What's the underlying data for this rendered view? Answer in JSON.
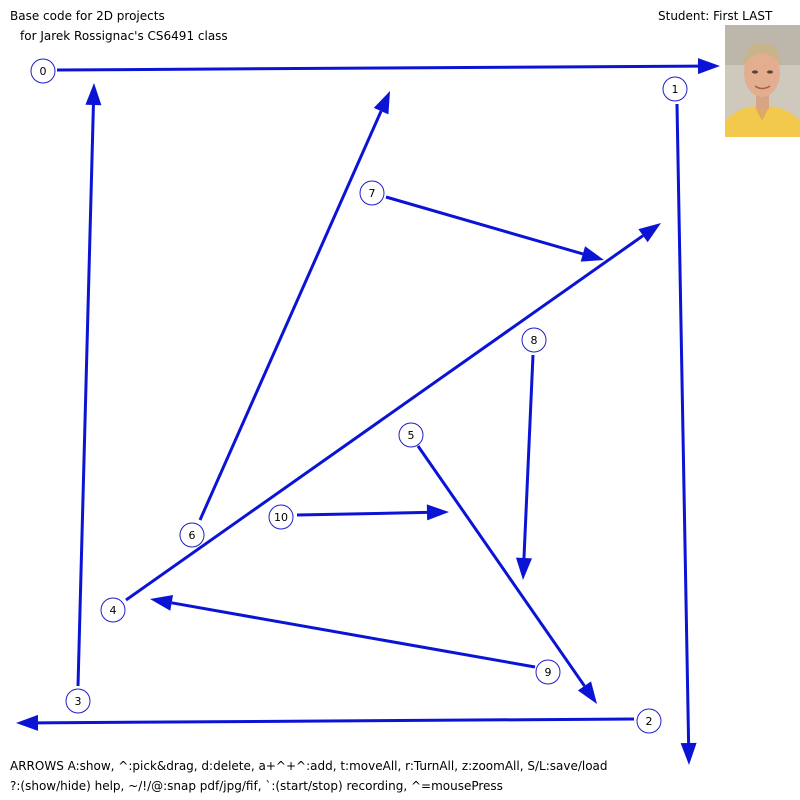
{
  "header": {
    "title_line1": "Base code for 2D projects",
    "title_line2": "for Jarek Rossignac's CS6491 class",
    "student_label": "Student: First LAST"
  },
  "help": {
    "line1": "ARROWS A:show, ^:pick&drag, d:delete, a+^+^:add, t:moveAll, r:TurnAll, z:zoomAll, S/L:save/load",
    "line2": "?:(show/hide) help, ~/!/@:snap pdf/jpg/fif, `:(start/stop) recording, ^=mousePress"
  },
  "colors": {
    "arrow": "#0b14d4",
    "node_stroke": "#1f1fc4",
    "node_fill": "#ffffff"
  },
  "arrows": [
    {
      "label": "0"
    },
    {
      "label": "1"
    },
    {
      "label": "2"
    },
    {
      "label": "3"
    },
    {
      "label": "4"
    },
    {
      "label": "5"
    },
    {
      "label": "6"
    },
    {
      "label": "7"
    },
    {
      "label": "8"
    },
    {
      "label": "9"
    },
    {
      "label": "10"
    }
  ]
}
